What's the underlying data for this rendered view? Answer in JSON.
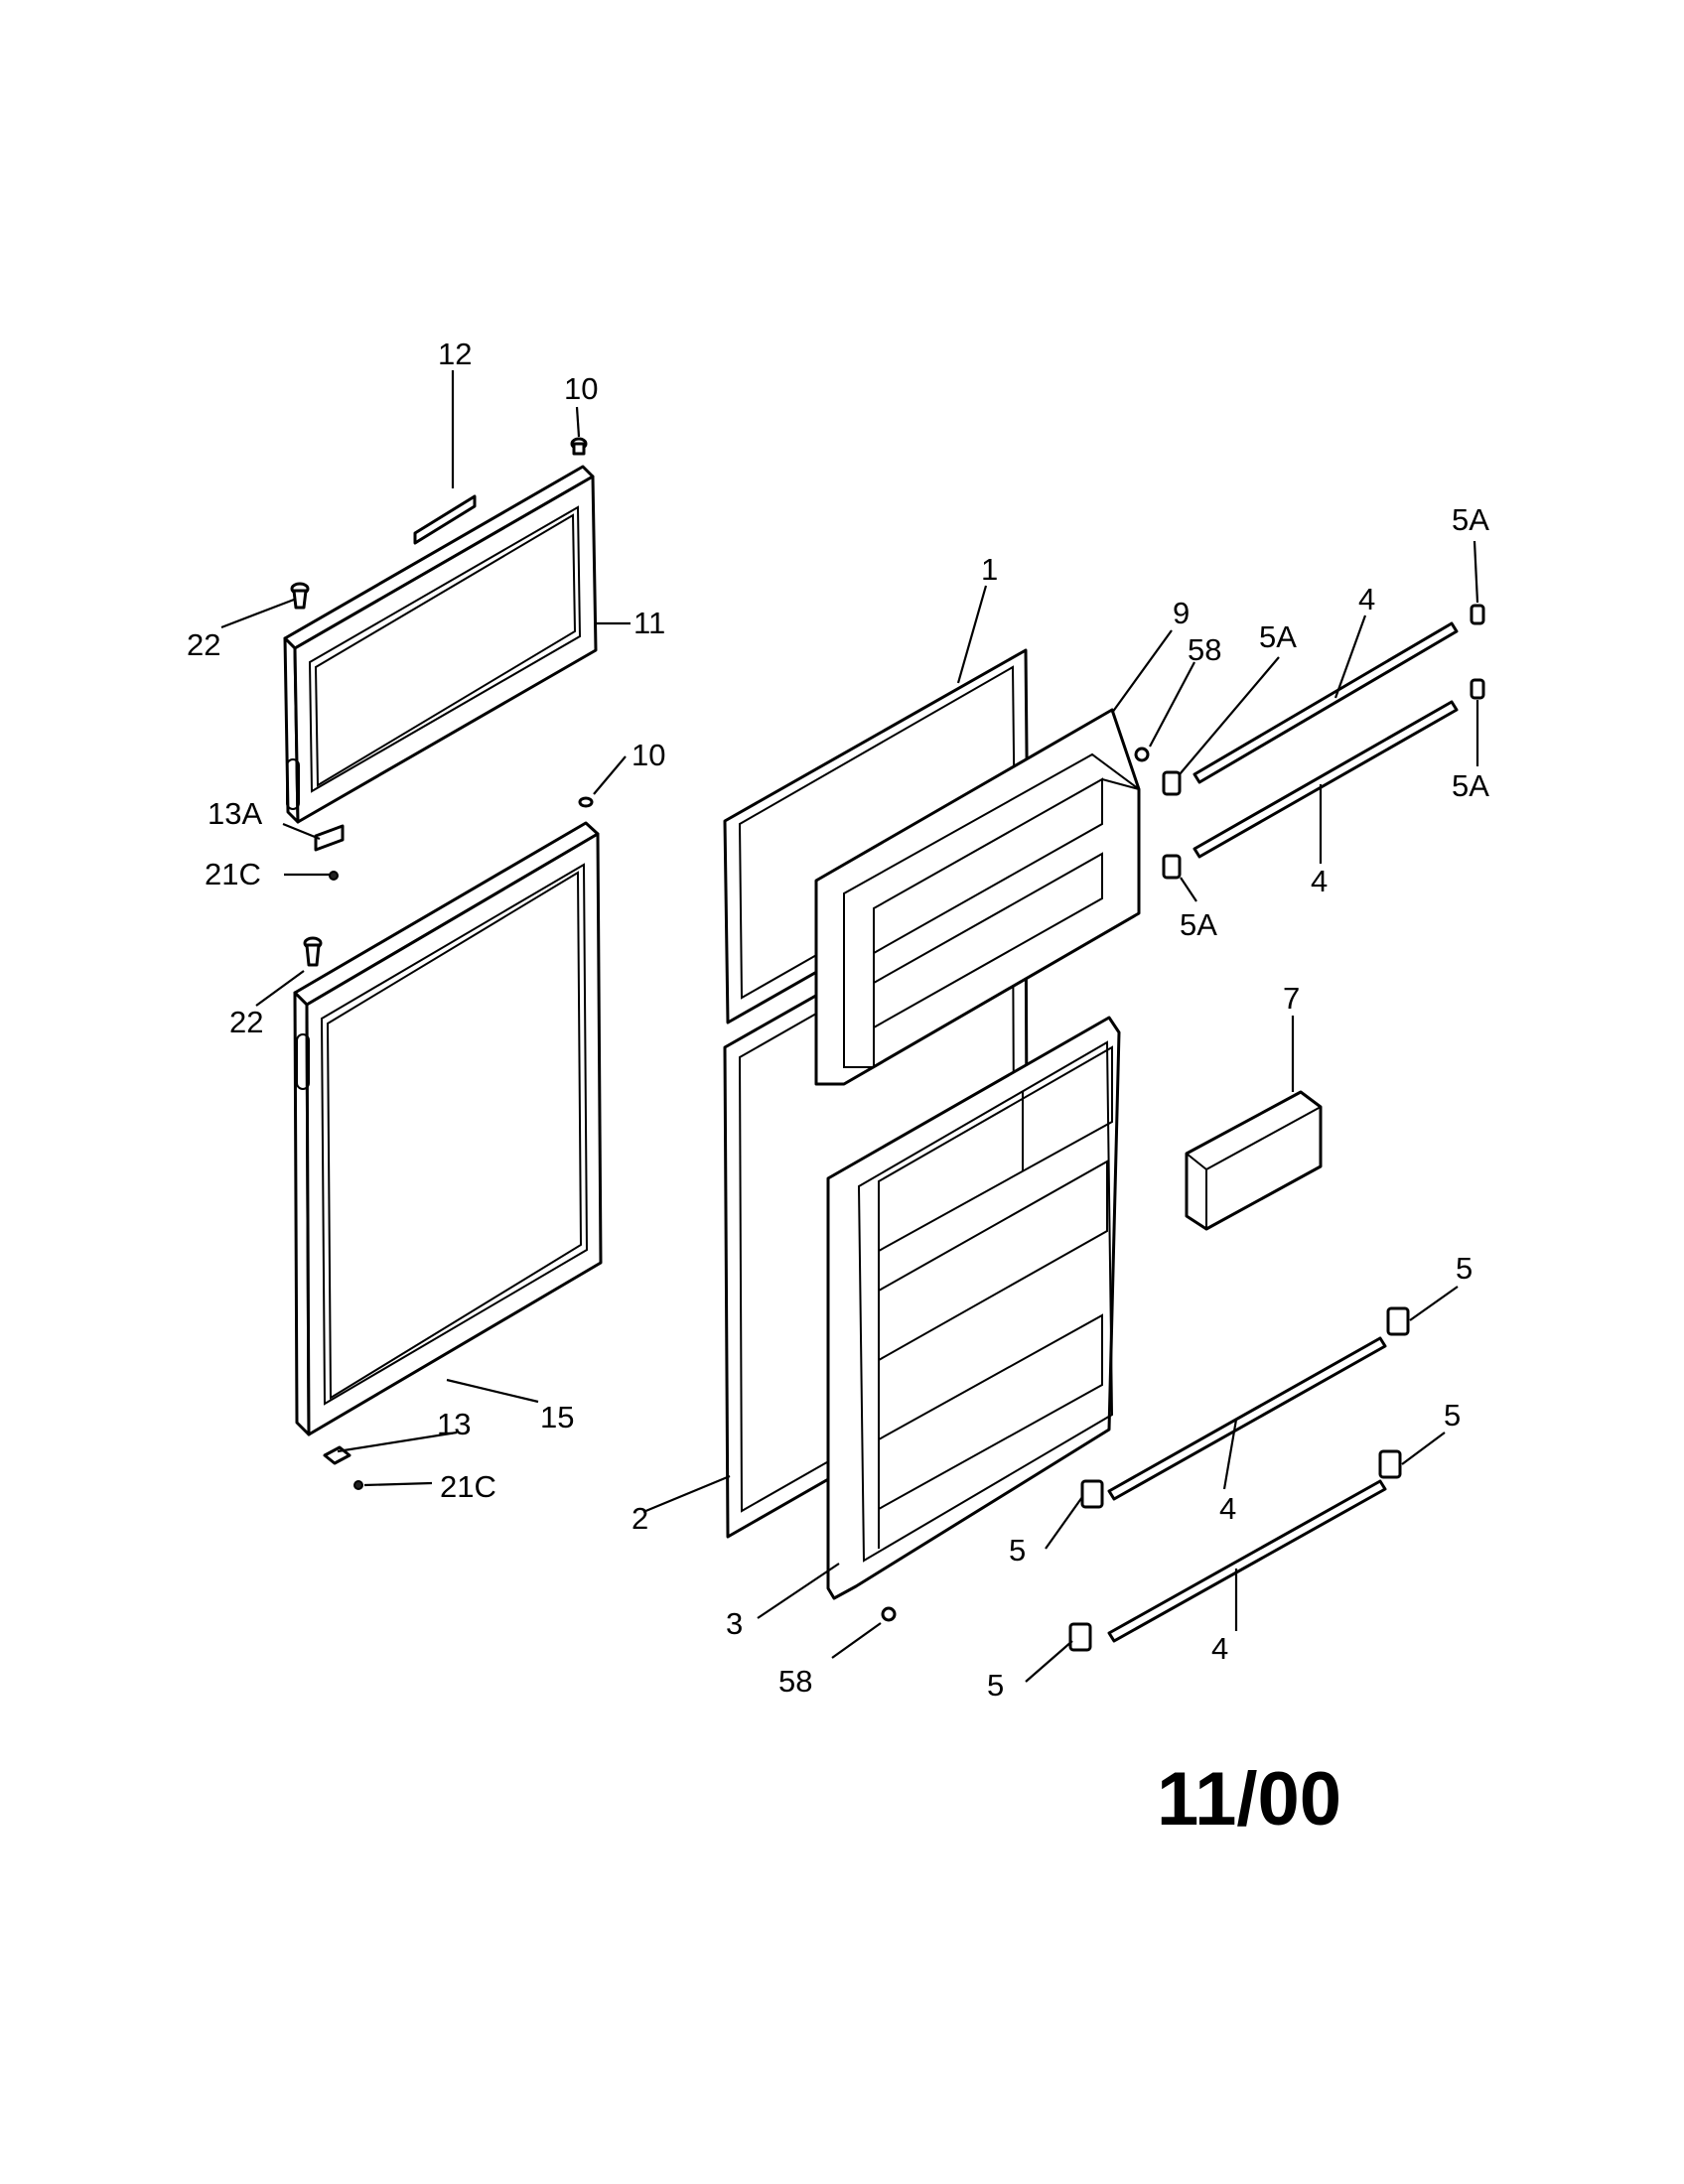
{
  "callouts": {
    "c12": "12",
    "c10_top": "10",
    "c22_top": "22",
    "c11": "11",
    "c10_mid": "10",
    "c13A": "13A",
    "c21C_top": "21C",
    "c22_mid": "22",
    "c15": "15",
    "c13": "13",
    "c21C_bottom": "21C",
    "c1": "1",
    "c9": "9",
    "c58_top": "58",
    "c5A_right_top": "5A",
    "c5A_center": "5A",
    "c5A_right_bottom": "5A",
    "c5A_lower": "5A",
    "c4_top": "4",
    "c4_second": "4",
    "c7": "7",
    "c5_a": "5",
    "c5_b": "5",
    "c5_c": "5",
    "c5_d": "5",
    "c4_third": "4",
    "c4_fourth": "4",
    "c2": "2",
    "c3": "3",
    "c58_bottom": "58"
  },
  "footer": {
    "date": "11/00"
  }
}
